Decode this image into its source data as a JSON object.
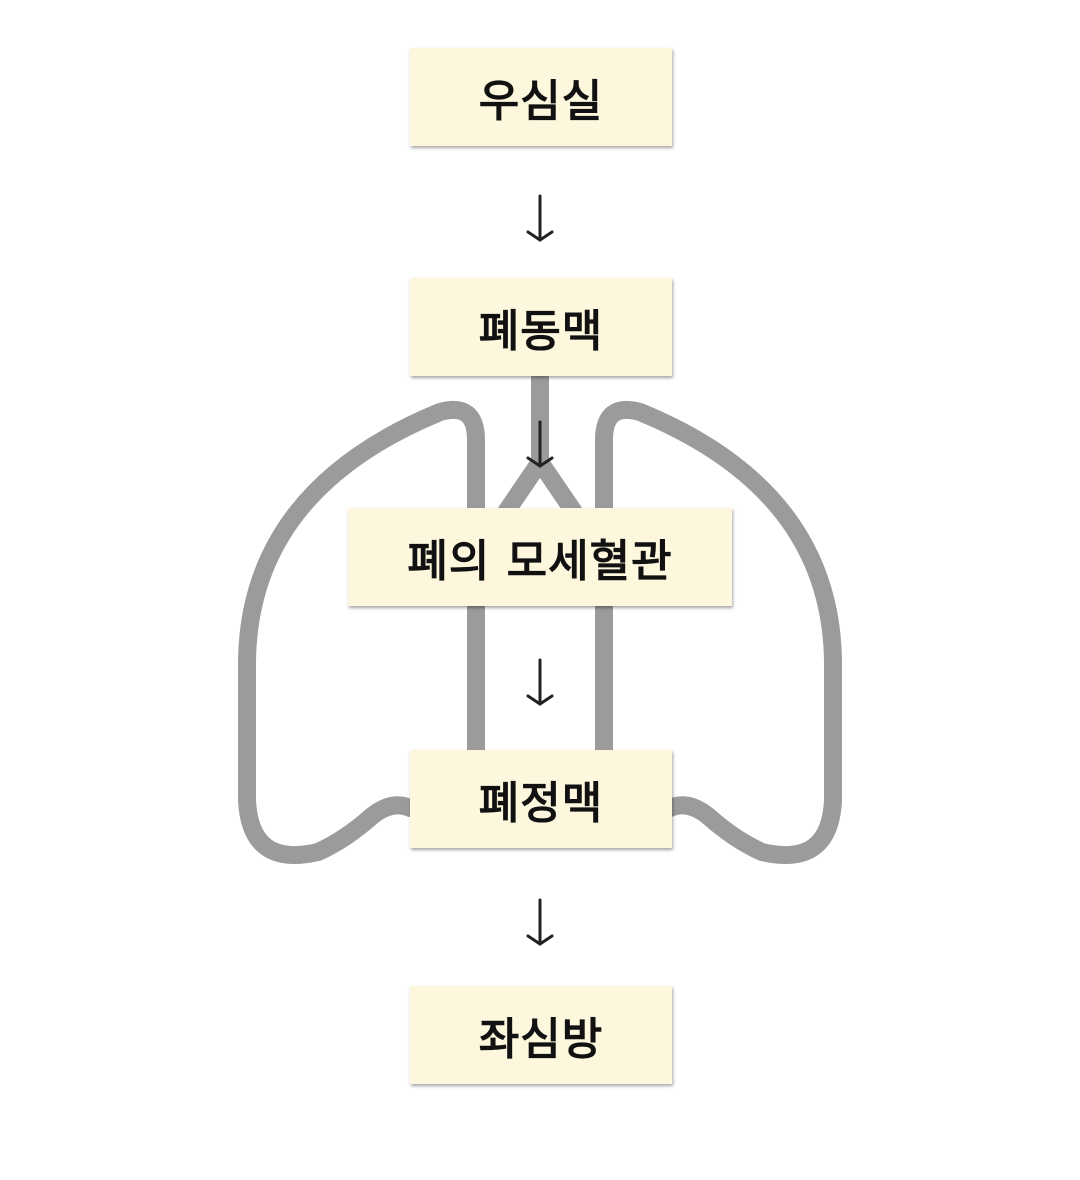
{
  "flow": {
    "steps": [
      {
        "label": "우심실"
      },
      {
        "label": "폐동맥"
      },
      {
        "label": "폐의 모세혈관"
      },
      {
        "label": "폐정맥"
      },
      {
        "label": "좌심방"
      }
    ]
  },
  "colors": {
    "box_fill": "#fdf7dd",
    "lung_outline": "#9b9b9b",
    "arrow": "#222222",
    "text": "#111111"
  }
}
